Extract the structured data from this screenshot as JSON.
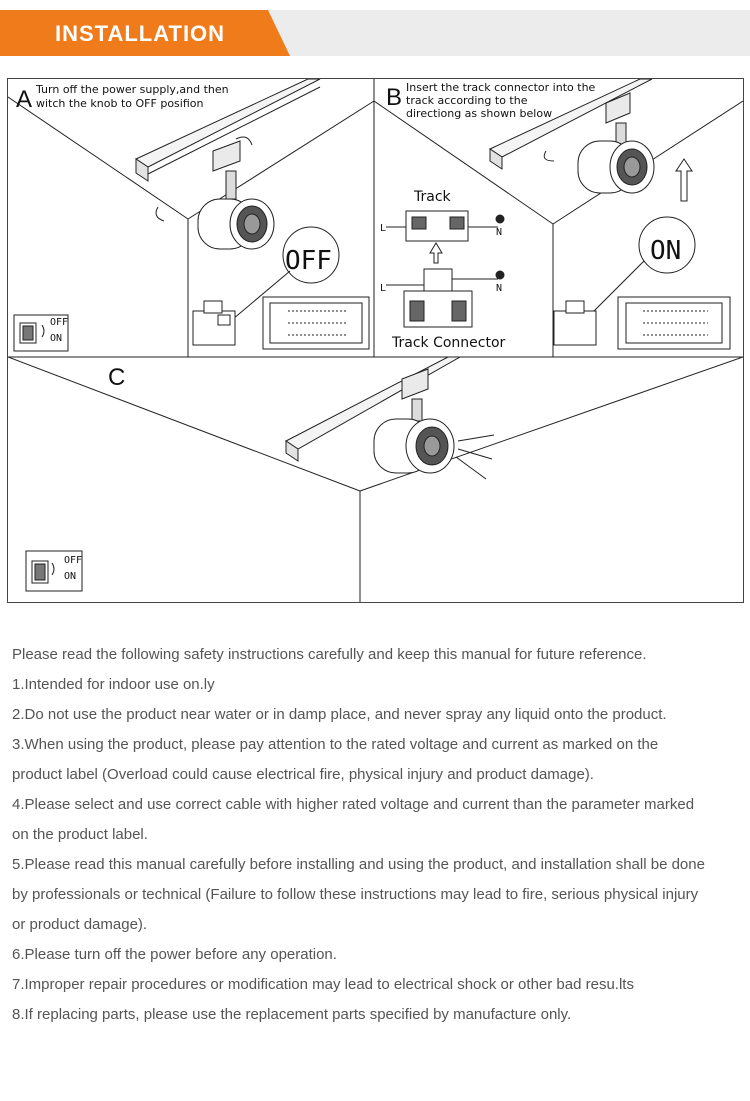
{
  "header": {
    "title": "INSTALLATION"
  },
  "steps": {
    "a": {
      "letter": "A",
      "caption_line1": "Turn off the power supply,and then",
      "caption_line2": "witch the knob  to  OFF posifion",
      "state": "OFF"
    },
    "b": {
      "letter": "B",
      "caption_line1": "Insert the track connector into the",
      "caption_line2": "track  according to the",
      "caption_line3": "directiong as shown below",
      "state": "ON",
      "track_label": "Track",
      "connector_label": "Track Connector",
      "l_mark": "L",
      "n_mark": "N"
    },
    "c": {
      "letter": "C"
    }
  },
  "switch": {
    "off": "OFF",
    "on": "ON"
  },
  "instructions": [
    "Please read the following safety instructions carefully and keep this manual for future reference.",
    "1.Intended for indoor use on.ly",
    "2.Do not use the product near water or in damp place, and never spray any liquid onto the product.",
    "3.When using the product, please pay attention to the rated voltage and current as marked on the product label (Overload could cause electrical fire, physical injury and product damage).",
    "4.Please select and use correct cable with higher rated voltage and current than the parameter marked on the product label.",
    "5.Please read this manual carefully before installing and using the product, and installation shall be done by professionals or technical (Failure to follow these instructions may lead to fire, serious physical injury or product damage).",
    "6.Please turn off the power before any operation.",
    "7.Improper repair procedures or modification may lead to electrical shock or other bad resu.lts",
    "8.If replacing parts, please use the replacement parts specified by manufacture only."
  ]
}
